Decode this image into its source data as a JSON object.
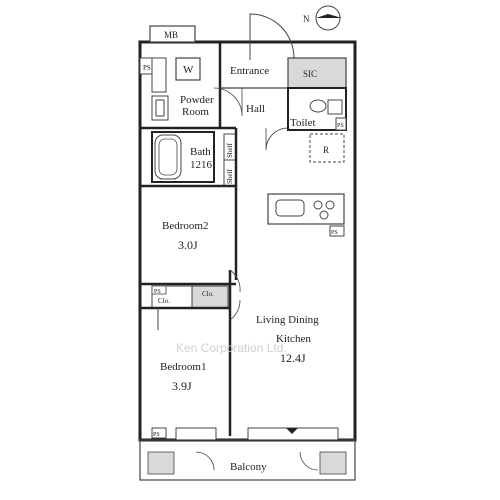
{
  "floorplan": {
    "labels": {
      "mb": "MB",
      "w": "W",
      "ps": "PS",
      "shelf": "Shelf",
      "entrance": "Entrance",
      "sic": "SIC",
      "powder_room": [
        "Powder",
        "Room"
      ],
      "hall": "Hall",
      "toilet": "Toilet",
      "bath": [
        "Bath",
        "1216"
      ],
      "r": "R",
      "bedroom2": [
        "Bedroom2",
        "3.0J"
      ],
      "clo": "Clo.",
      "living": [
        "Living Dining",
        "Kitchen",
        "12.4J"
      ],
      "bedroom1": [
        "Bedroom1",
        "3.9J"
      ],
      "balcony": "Balcony",
      "watermark": "Ken Corporation Ltd.",
      "compass": "N"
    },
    "colors": {
      "wall": "#222222",
      "fill": "#d9d9d9",
      "line": "#444444"
    }
  }
}
